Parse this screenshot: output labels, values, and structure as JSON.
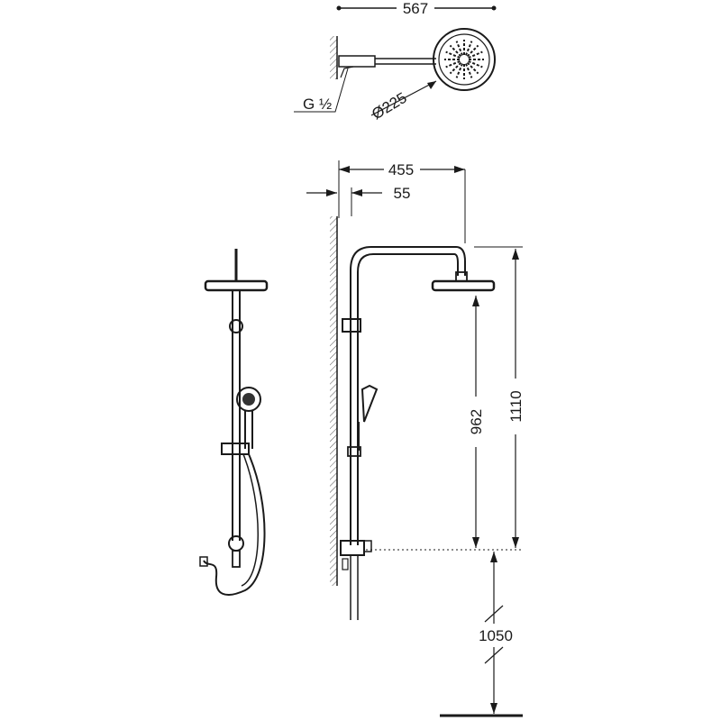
{
  "dimensions": {
    "top_width": "567",
    "head_diameter": "Ø225",
    "thread": "G ½",
    "arm_reach": "455",
    "wall_offset": "55",
    "outlet_to_head": "962",
    "outlet_to_top": "1110",
    "outlet_height": "1050"
  }
}
